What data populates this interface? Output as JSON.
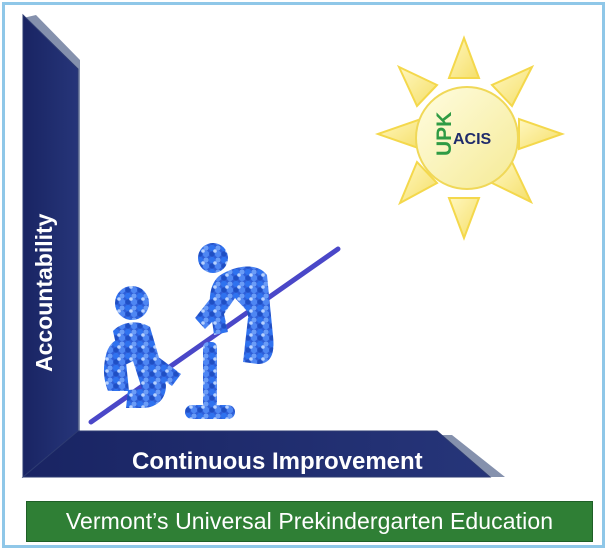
{
  "diagram": {
    "y_axis_label": "Accountability",
    "x_axis_label": "Continuous Improvement",
    "footer": "Vermont’s Universal Prekindergarten Education",
    "logo": {
      "primary_text": "UPK",
      "secondary_text": "ACIS",
      "icon": "sun-logo"
    },
    "illustration": {
      "icon": "people-lifting-lever-icon"
    },
    "colors": {
      "navy": "#1f2b6b",
      "navy_shadow": "#35456e",
      "sun": "#f8e37a",
      "sun_center": "#f7efb5",
      "logo_green": "#2f9b44",
      "footer_green": "#2f7f35",
      "figure_blue": "#3b69df",
      "lever_blue": "#4a47c8",
      "frame_blue": "#8fc7e8"
    }
  }
}
